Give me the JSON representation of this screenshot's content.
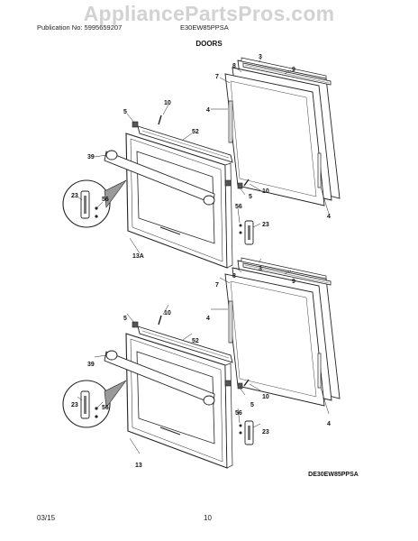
{
  "header": {
    "watermark": "AppliancePartsPros.com",
    "publication": "Publication No: 5995659207",
    "model": "E30EW85PPSA",
    "section_title": "DOORS"
  },
  "diagram": {
    "upper_labels": [
      "3",
      "8",
      "9",
      "7",
      "10",
      "4",
      "5",
      "52",
      "39",
      "5",
      "10",
      "56",
      "23",
      "4",
      "23",
      "56",
      "13A"
    ],
    "lower_labels": [
      "3",
      "8",
      "9",
      "7",
      "10",
      "4",
      "5",
      "52",
      "39",
      "10",
      "5",
      "56",
      "23",
      "4",
      "23",
      "56",
      "13"
    ],
    "drawing_code": "DE30EW85PPSA"
  },
  "footer": {
    "date": "03/15",
    "page": "10"
  }
}
